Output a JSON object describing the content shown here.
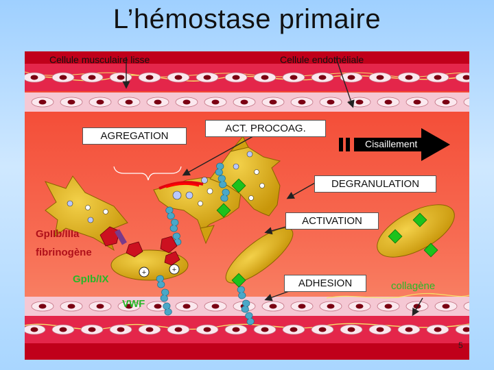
{
  "title": "L’hémostase primaire",
  "labels": {
    "smooth_muscle": "Cellule musculaire lisse",
    "endothelial": "Cellule endothéliale",
    "aggregation": "AGREGATION",
    "procoag": "ACT. PROCOAG.",
    "shear": "Cisaillement",
    "degranulation": "DEGRANULATION",
    "activation": "ACTIVATION",
    "adhesion": "ADHESION",
    "collagen": "collagène",
    "gpiib": "GpIIb/IIIa",
    "fibrinogen": "fibrinogène",
    "gpib": "GpIb/IX",
    "vwf": "VWF"
  },
  "page_number": "5",
  "colors": {
    "vessel_dark": "#c0001a",
    "lumen_top": "#f23a2c",
    "lumen_bottom": "#f9866a",
    "platelet": "#d8ac0a",
    "green_marker": "#1cc21c",
    "vwf_chain": "#4aa8c8",
    "receptor_red": "#cc1020"
  }
}
